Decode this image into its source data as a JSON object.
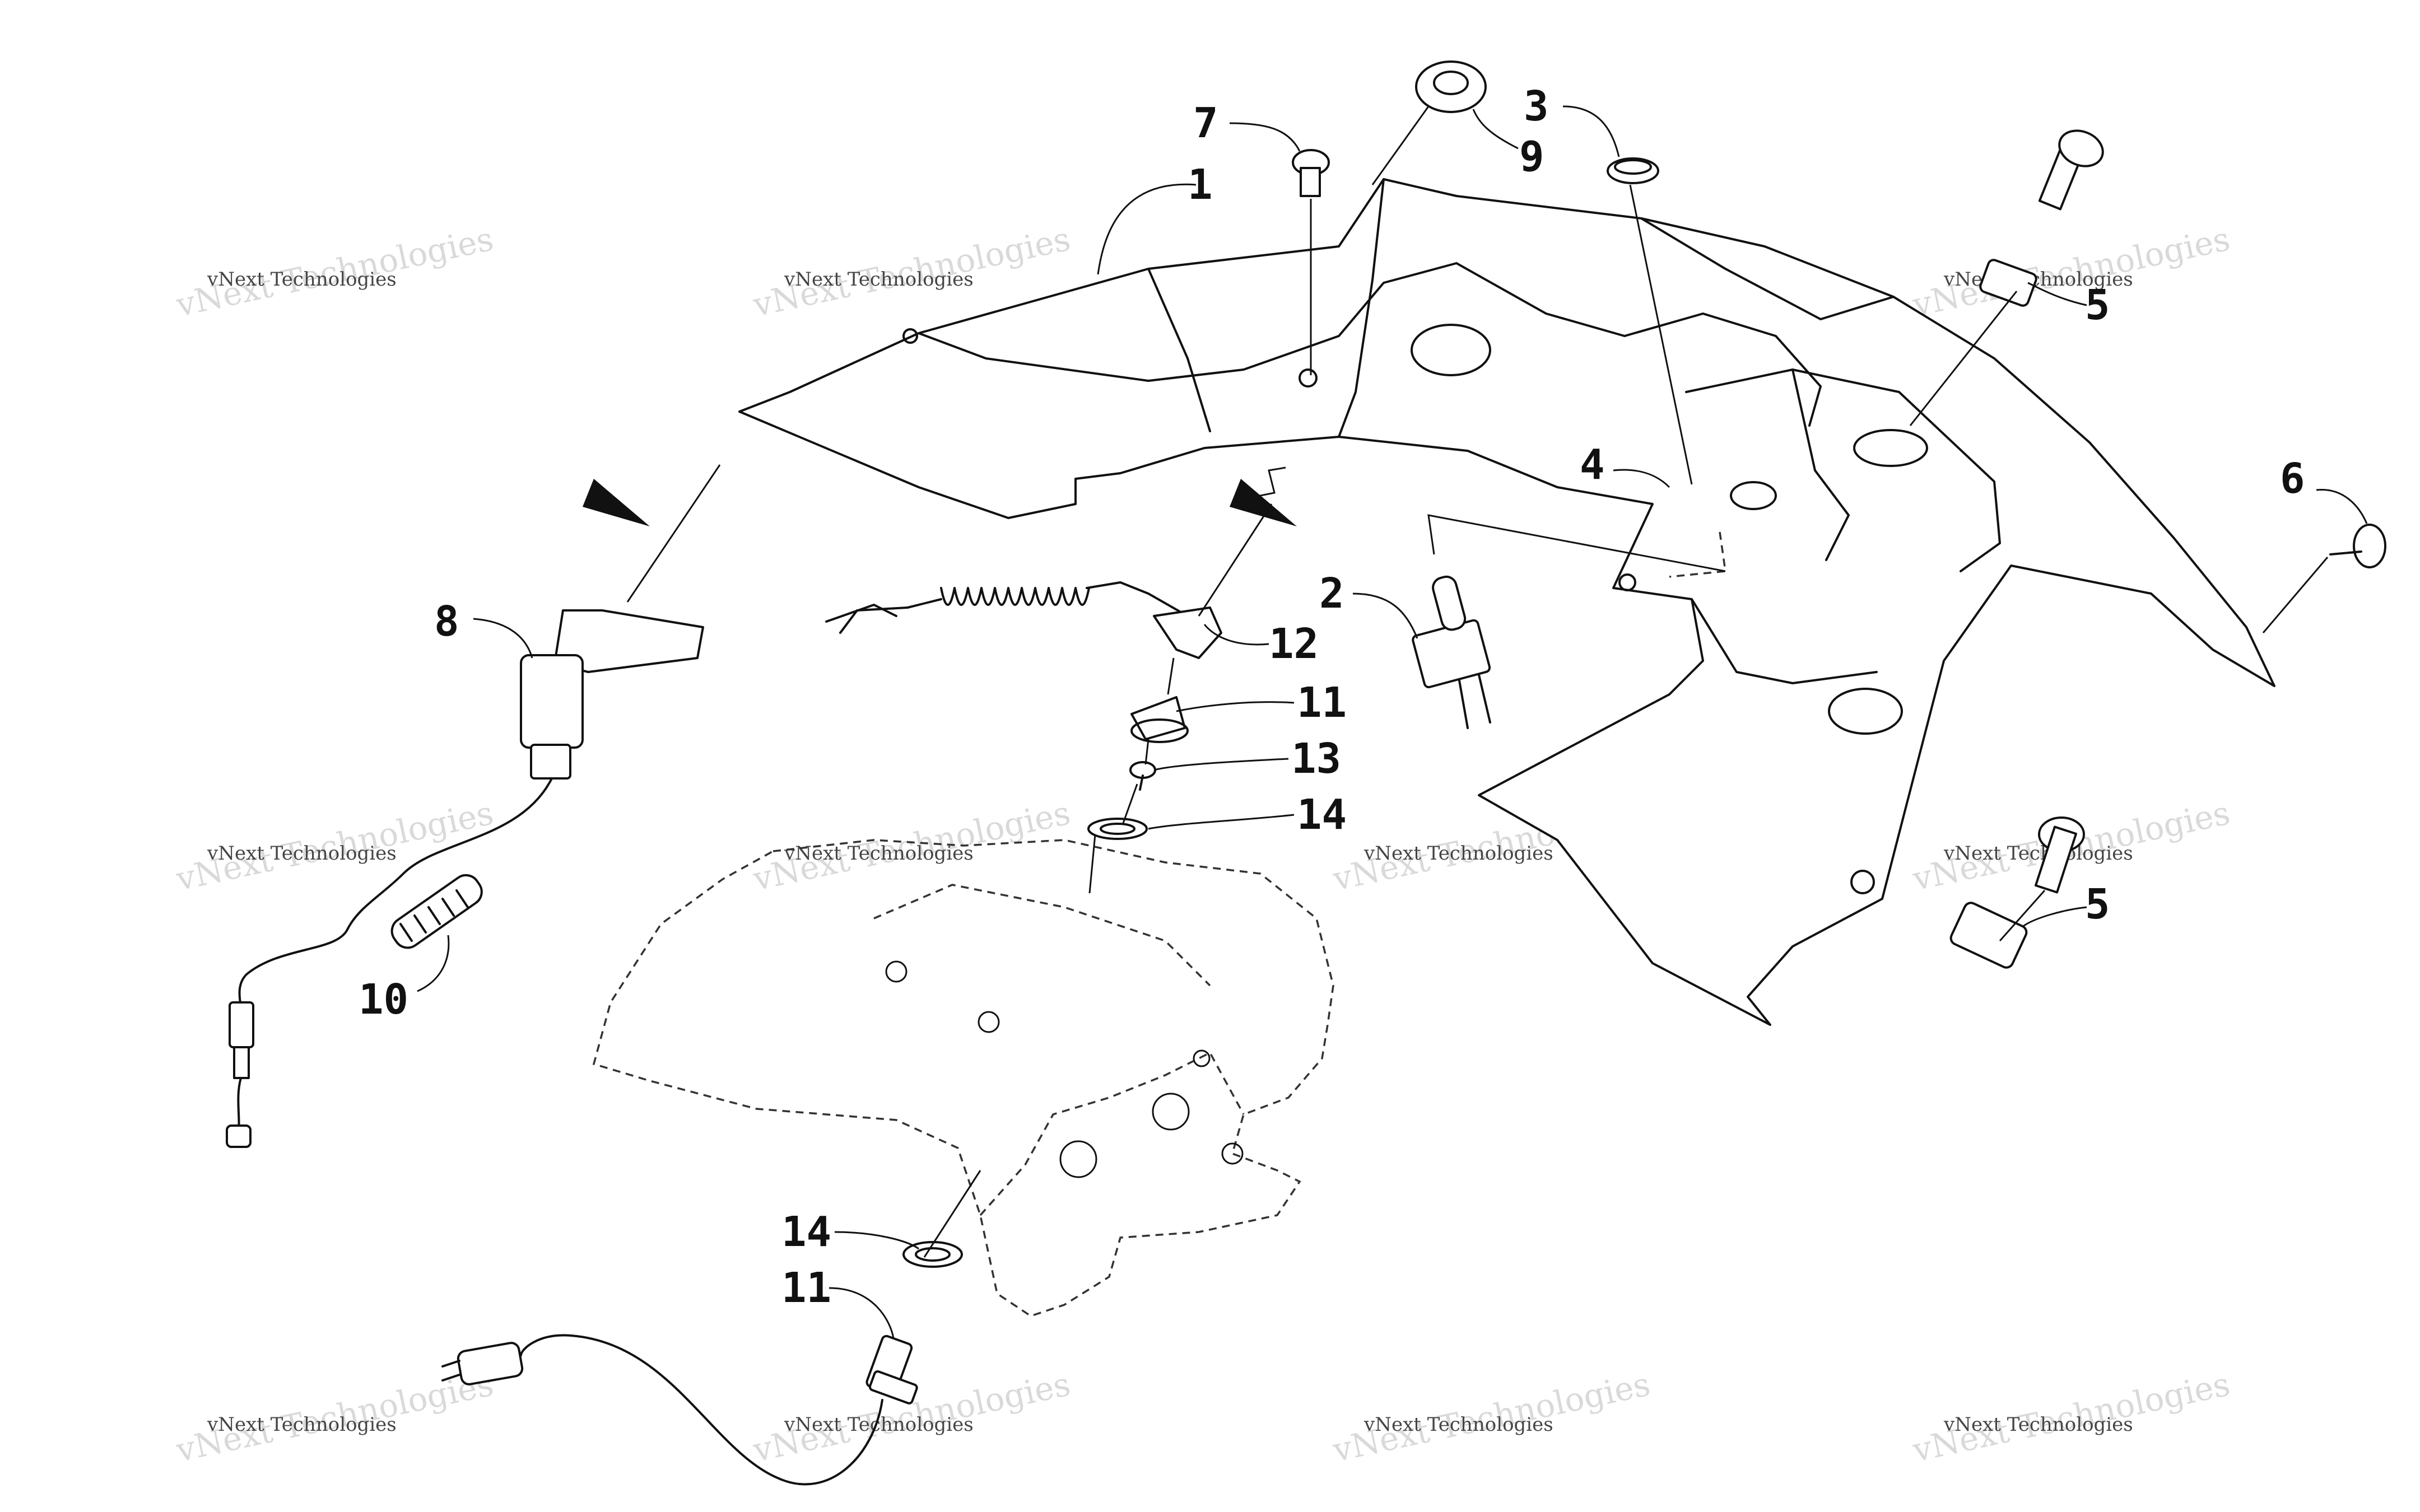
{
  "callouts": [
    {
      "id": "c1",
      "label": "1"
    },
    {
      "id": "c2",
      "label": "2"
    },
    {
      "id": "c3",
      "label": "3"
    },
    {
      "id": "c4",
      "label": "4"
    },
    {
      "id": "c5a",
      "label": "5"
    },
    {
      "id": "c5b",
      "label": "5"
    },
    {
      "id": "c6",
      "label": "6"
    },
    {
      "id": "c7",
      "label": "7"
    },
    {
      "id": "c8",
      "label": "8"
    },
    {
      "id": "c9",
      "label": "9"
    },
    {
      "id": "c10",
      "label": "10"
    },
    {
      "id": "c11a",
      "label": "11"
    },
    {
      "id": "c11b",
      "label": "11"
    },
    {
      "id": "c12",
      "label": "12"
    },
    {
      "id": "c13",
      "label": "13"
    },
    {
      "id": "c14a",
      "label": "14"
    },
    {
      "id": "c14b",
      "label": "14"
    }
  ],
  "watermark": {
    "line1": "vNext Technologies",
    "line2": "vNext Technologies"
  }
}
